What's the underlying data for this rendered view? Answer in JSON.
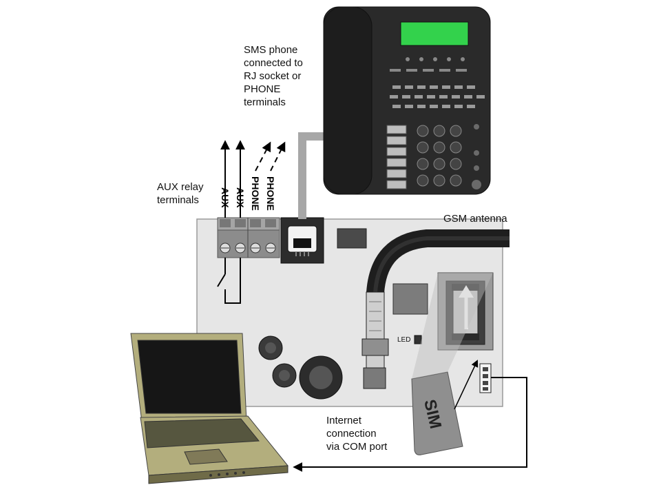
{
  "labels": {
    "sms_phone_lines": [
      "SMS phone",
      "connected to",
      "RJ socket or",
      "PHONE",
      "terminals"
    ],
    "aux_relay_lines": [
      "AUX relay",
      "terminals"
    ],
    "gsm_antenna": "GSM antenna",
    "internet_lines": [
      "Internet",
      "connection",
      "via COM port"
    ],
    "led": "LED",
    "sim": "SIM",
    "terminals": [
      "AUX",
      "AUX",
      "PHONE",
      "PHONE"
    ]
  },
  "colors": {
    "phone_body": "#2a2a2a",
    "phone_display": "#33d24c",
    "board": "#e6e6e6",
    "cable": "#1e1e1e",
    "sim_card": "#8f8f8f",
    "laptop_screen": "#161616",
    "laptop_body": "#b3ae7d"
  },
  "icons": [
    "desk-phone-icon",
    "laptop-icon",
    "antenna-icon",
    "sim-card-icon",
    "relay-switch-icon",
    "rj-socket-icon"
  ]
}
